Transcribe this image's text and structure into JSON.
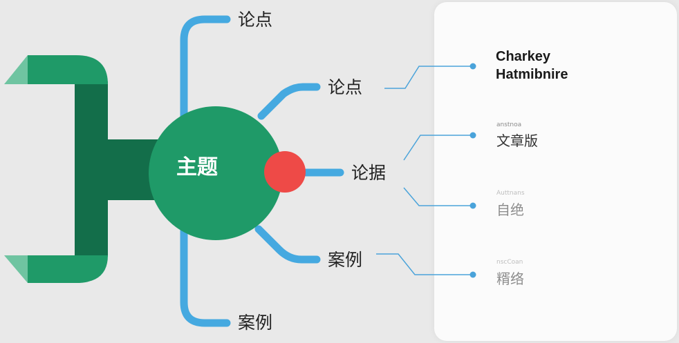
{
  "diagram": {
    "center": {
      "label": "主题"
    },
    "branches": {
      "top": "论点",
      "upper": "论点",
      "middle": "论据",
      "lower": "案例",
      "bottom": "案例"
    }
  },
  "panel": {
    "title_line1": "Charkey",
    "title_line2": "Hatmibnire",
    "entries": [
      {
        "caption": "",
        "value": ""
      },
      {
        "caption": "anstnoa",
        "value": "文章版"
      },
      {
        "caption": "Auttnans",
        "value": "自绝"
      },
      {
        "caption": "nscCoan",
        "value": "糈络"
      }
    ]
  },
  "colors": {
    "background": "#e9e9e9",
    "green": "#1f9a68",
    "dark_green": "#136e4a",
    "light_green": "#6fc4a1",
    "blue": "#45a9e0",
    "red": "#ee4a47",
    "connector": "#4aa3da"
  }
}
